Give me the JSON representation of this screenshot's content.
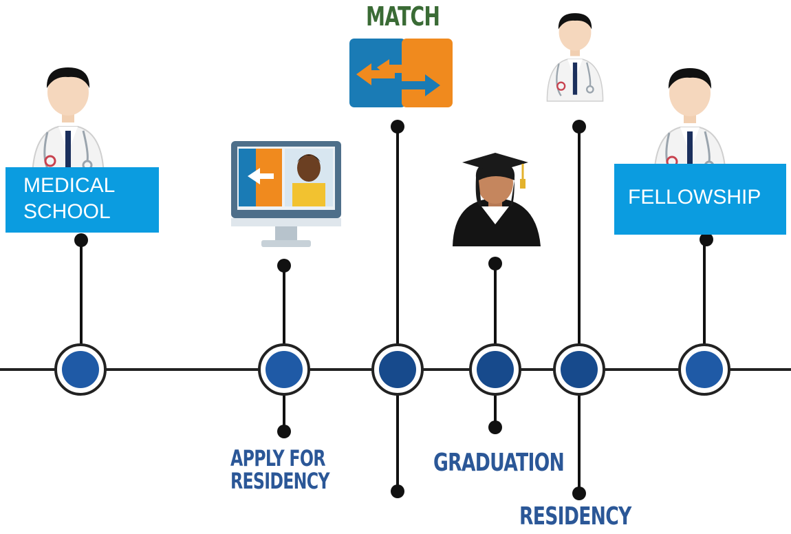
{
  "diagram": {
    "milestones": [
      {
        "id": "medical-school",
        "label_lines": [
          "MEDICAL",
          "SCHOOL"
        ]
      },
      {
        "id": "apply-for-residency",
        "label_lines": [
          "APPLY FOR",
          "RESIDENCY"
        ]
      },
      {
        "id": "match",
        "label_lines": [
          "MATCH"
        ]
      },
      {
        "id": "graduation",
        "label_lines": [
          "GRADUATION"
        ]
      },
      {
        "id": "residency",
        "label_lines": [
          "RESIDENCY"
        ]
      },
      {
        "id": "fellowship",
        "label_lines": [
          "FELLOWSHIP"
        ]
      }
    ]
  },
  "colors": {
    "timeline_line": "#222222",
    "node_fill": "#1f5aa6",
    "node_fill_dark": "#174a8c",
    "box_label_bg": "#0b9ce0",
    "label_blue": "#2b5797",
    "label_green": "#3a6b35",
    "puzzle_blue": "#1a7bb5",
    "puzzle_orange": "#f08a1e"
  },
  "icons": {
    "medical-school": "doctor-icon",
    "apply-for-residency": "monitor-puzzle-icon",
    "match": "puzzle-arrows-icon",
    "graduation": "graduate-icon",
    "residency": "doctor-icon",
    "fellowship": "doctor-icon"
  }
}
